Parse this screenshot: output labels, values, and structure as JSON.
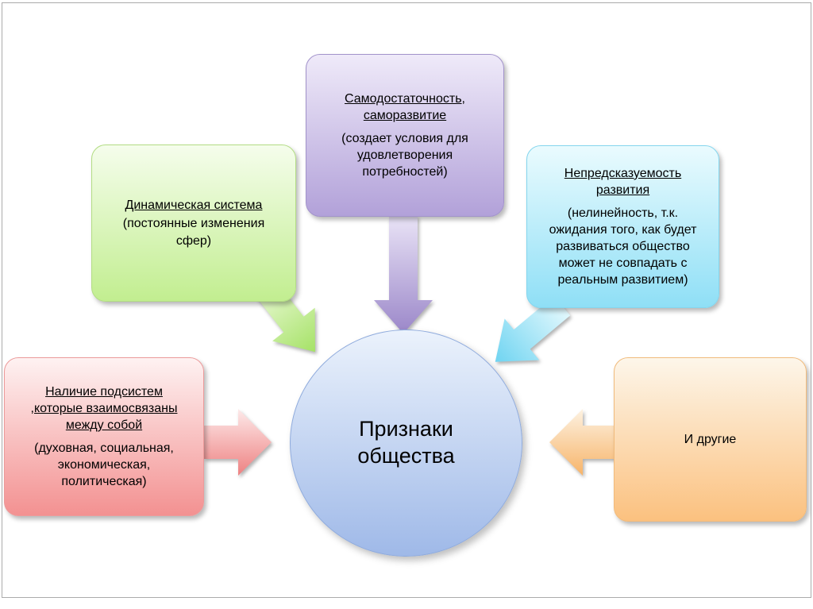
{
  "center": {
    "label": "Признаки общества"
  },
  "nodes": {
    "dynamic": {
      "title": "Динамическая система",
      "body": "(постоянные изменения сфер)"
    },
    "selfdev": {
      "title": "Самодостаточность, саморазвитие",
      "body": "(создает условия для удовлетворения потребностей)"
    },
    "unpredictable": {
      "title": "Непредсказуемость развития",
      "body": "(нелинейность, т.к. ожидания того, как будет развиваться общество может не совпадать с реальным развитием)"
    },
    "subsystems": {
      "title": "Наличие подсистем ,которые взаимосвязаны между собой",
      "body": "(духовная, социальная, экономическая, политическая)"
    },
    "others": {
      "label": "И другие"
    }
  },
  "colors": {
    "dynamic_fill": "#c2ee90",
    "selfdev_fill": "#b2a1d9",
    "unpredictable_fill": "#8fdff6",
    "subsystems_fill": "#f39191",
    "others_fill": "#fbc17f",
    "center_fill": "#9fb9e8",
    "frame_border": "#ababab"
  }
}
